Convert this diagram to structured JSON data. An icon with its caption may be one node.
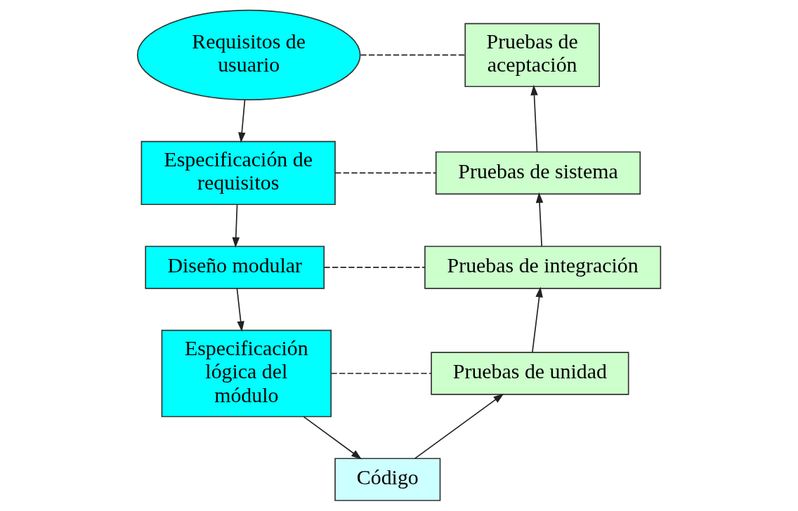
{
  "diagram": {
    "nodes": [
      {
        "text": [
          "Requisitos de usuario"
        ]
      },
      {
        "text": [
          "Pruebas de aceptación"
        ]
      },
      {
        "text": [
          "Especificación de requisitos"
        ]
      },
      {
        "text": [
          "Pruebas de sistema"
        ]
      },
      {
        "text": [
          "Diseño modular"
        ]
      },
      {
        "text": [
          "Pruebas de integración"
        ]
      },
      {
        "text": [
          "Especificación lógica del módulo"
        ]
      },
      {
        "text": [
          "Pruebas de unidad"
        ]
      },
      {
        "text": [
          "Código"
        ]
      }
    ],
    "edges": [
      {
        "from": 0,
        "to": 2,
        "arrow": "to"
      },
      {
        "from": 0,
        "to": 1,
        "arrow": "none",
        "style": "dashed"
      },
      {
        "from": 2,
        "to": 4,
        "arrow": "to"
      },
      {
        "from": 2,
        "to": 3,
        "arrow": "none",
        "style": "dashed"
      },
      {
        "from": 4,
        "to": 6,
        "arrow": "to"
      },
      {
        "from": 4,
        "to": 5,
        "arrow": "none",
        "style": "dashed"
      },
      {
        "from": 6,
        "to": 8,
        "arrow": "to"
      },
      {
        "from": 6,
        "to": 7,
        "arrow": "none",
        "style": "dashed"
      },
      {
        "from": 8,
        "to": 7,
        "arrow": "to"
      },
      {
        "from": 7,
        "to": 5,
        "arrow": "to"
      },
      {
        "from": 5,
        "to": 3,
        "arrow": "to"
      },
      {
        "from": 3,
        "to": 1,
        "arrow": "to"
      }
    ]
  }
}
